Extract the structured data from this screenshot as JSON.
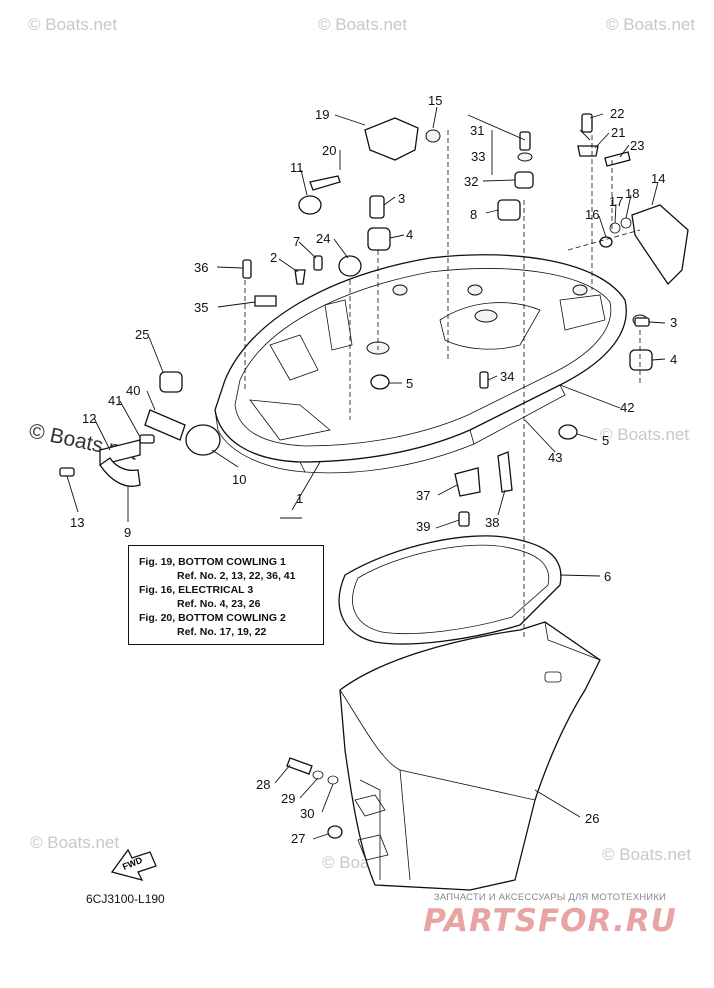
{
  "watermark": {
    "text": "© Boats.net"
  },
  "callouts": [
    {
      "id": "c1",
      "label": "1"
    },
    {
      "id": "c2",
      "label": "2"
    },
    {
      "id": "c3a",
      "label": "3"
    },
    {
      "id": "c3b",
      "label": "3"
    },
    {
      "id": "c4a",
      "label": "4"
    },
    {
      "id": "c4b",
      "label": "4"
    },
    {
      "id": "c5a",
      "label": "5"
    },
    {
      "id": "c5b",
      "label": "5"
    },
    {
      "id": "c6",
      "label": "6"
    },
    {
      "id": "c7",
      "label": "7"
    },
    {
      "id": "c8",
      "label": "8"
    },
    {
      "id": "c9",
      "label": "9"
    },
    {
      "id": "c10",
      "label": "10"
    },
    {
      "id": "c11",
      "label": "11"
    },
    {
      "id": "c12",
      "label": "12"
    },
    {
      "id": "c13",
      "label": "13"
    },
    {
      "id": "c14",
      "label": "14"
    },
    {
      "id": "c15",
      "label": "15"
    },
    {
      "id": "c16",
      "label": "16"
    },
    {
      "id": "c17",
      "label": "17"
    },
    {
      "id": "c18",
      "label": "18"
    },
    {
      "id": "c19",
      "label": "19"
    },
    {
      "id": "c20",
      "label": "20"
    },
    {
      "id": "c21",
      "label": "21"
    },
    {
      "id": "c22",
      "label": "22"
    },
    {
      "id": "c23",
      "label": "23"
    },
    {
      "id": "c24",
      "label": "24"
    },
    {
      "id": "c25",
      "label": "25"
    },
    {
      "id": "c26",
      "label": "26"
    },
    {
      "id": "c27",
      "label": "27"
    },
    {
      "id": "c28",
      "label": "28"
    },
    {
      "id": "c29",
      "label": "29"
    },
    {
      "id": "c30",
      "label": "30"
    },
    {
      "id": "c31",
      "label": "31"
    },
    {
      "id": "c32",
      "label": "32"
    },
    {
      "id": "c33",
      "label": "33"
    },
    {
      "id": "c34",
      "label": "34"
    },
    {
      "id": "c35",
      "label": "35"
    },
    {
      "id": "c36",
      "label": "36"
    },
    {
      "id": "c37",
      "label": "37"
    },
    {
      "id": "c38",
      "label": "38"
    },
    {
      "id": "c39",
      "label": "39"
    },
    {
      "id": "c40",
      "label": "40"
    },
    {
      "id": "c41",
      "label": "41"
    },
    {
      "id": "c42",
      "label": "42"
    },
    {
      "id": "c43",
      "label": "43"
    }
  ],
  "reference_box": {
    "lines": [
      {
        "kind": "fig",
        "text": "Fig. 19, BOTTOM COWLING 1"
      },
      {
        "kind": "ref",
        "text": "Ref. No. 2, 13, 22, 36, 41"
      },
      {
        "kind": "fig",
        "text": "Fig. 16, ELECTRICAL 3"
      },
      {
        "kind": "ref",
        "text": "Ref. No. 4, 23, 26"
      },
      {
        "kind": "fig",
        "text": "Fig. 20, BOTTOM COWLING 2"
      },
      {
        "kind": "ref",
        "text": "Ref. No. 17, 19, 22"
      }
    ]
  },
  "fwd_arrow_label": "FWD",
  "diagram_code": "6CJ3100-L190",
  "brand": {
    "tagline": "ЗАПЧАСТИ И АКСЕССУАРЫ ДЛЯ МОТОТЕХНИКИ",
    "logo": "PARTSFOR.RU"
  }
}
